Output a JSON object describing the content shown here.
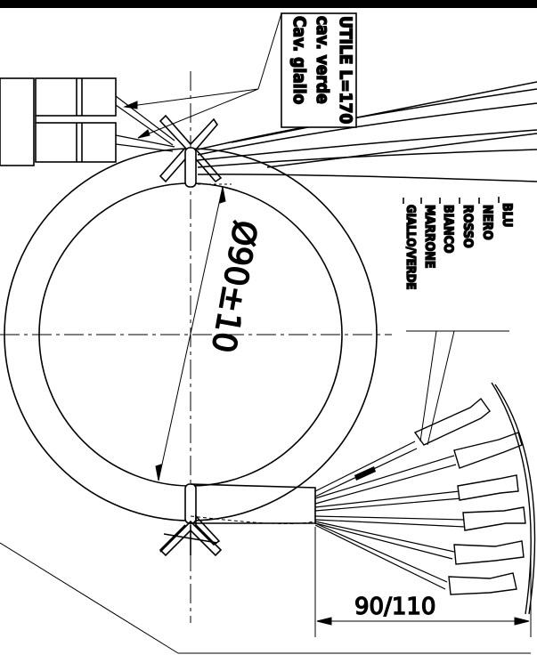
{
  "drawing": {
    "cable_note": {
      "line1": "Cav. giallo",
      "line2": "cav. verde",
      "line3": "UTILE L=170"
    },
    "diameter_label": "Ø90±10",
    "wire_colors": [
      "BLU",
      "NERO",
      "ROSSO",
      "BIANCO",
      "MARRONE",
      "GIALLO/VERDE"
    ],
    "length_dimension": "90/110",
    "colors": {
      "stroke": "#000000",
      "background": "#ffffff"
    }
  }
}
